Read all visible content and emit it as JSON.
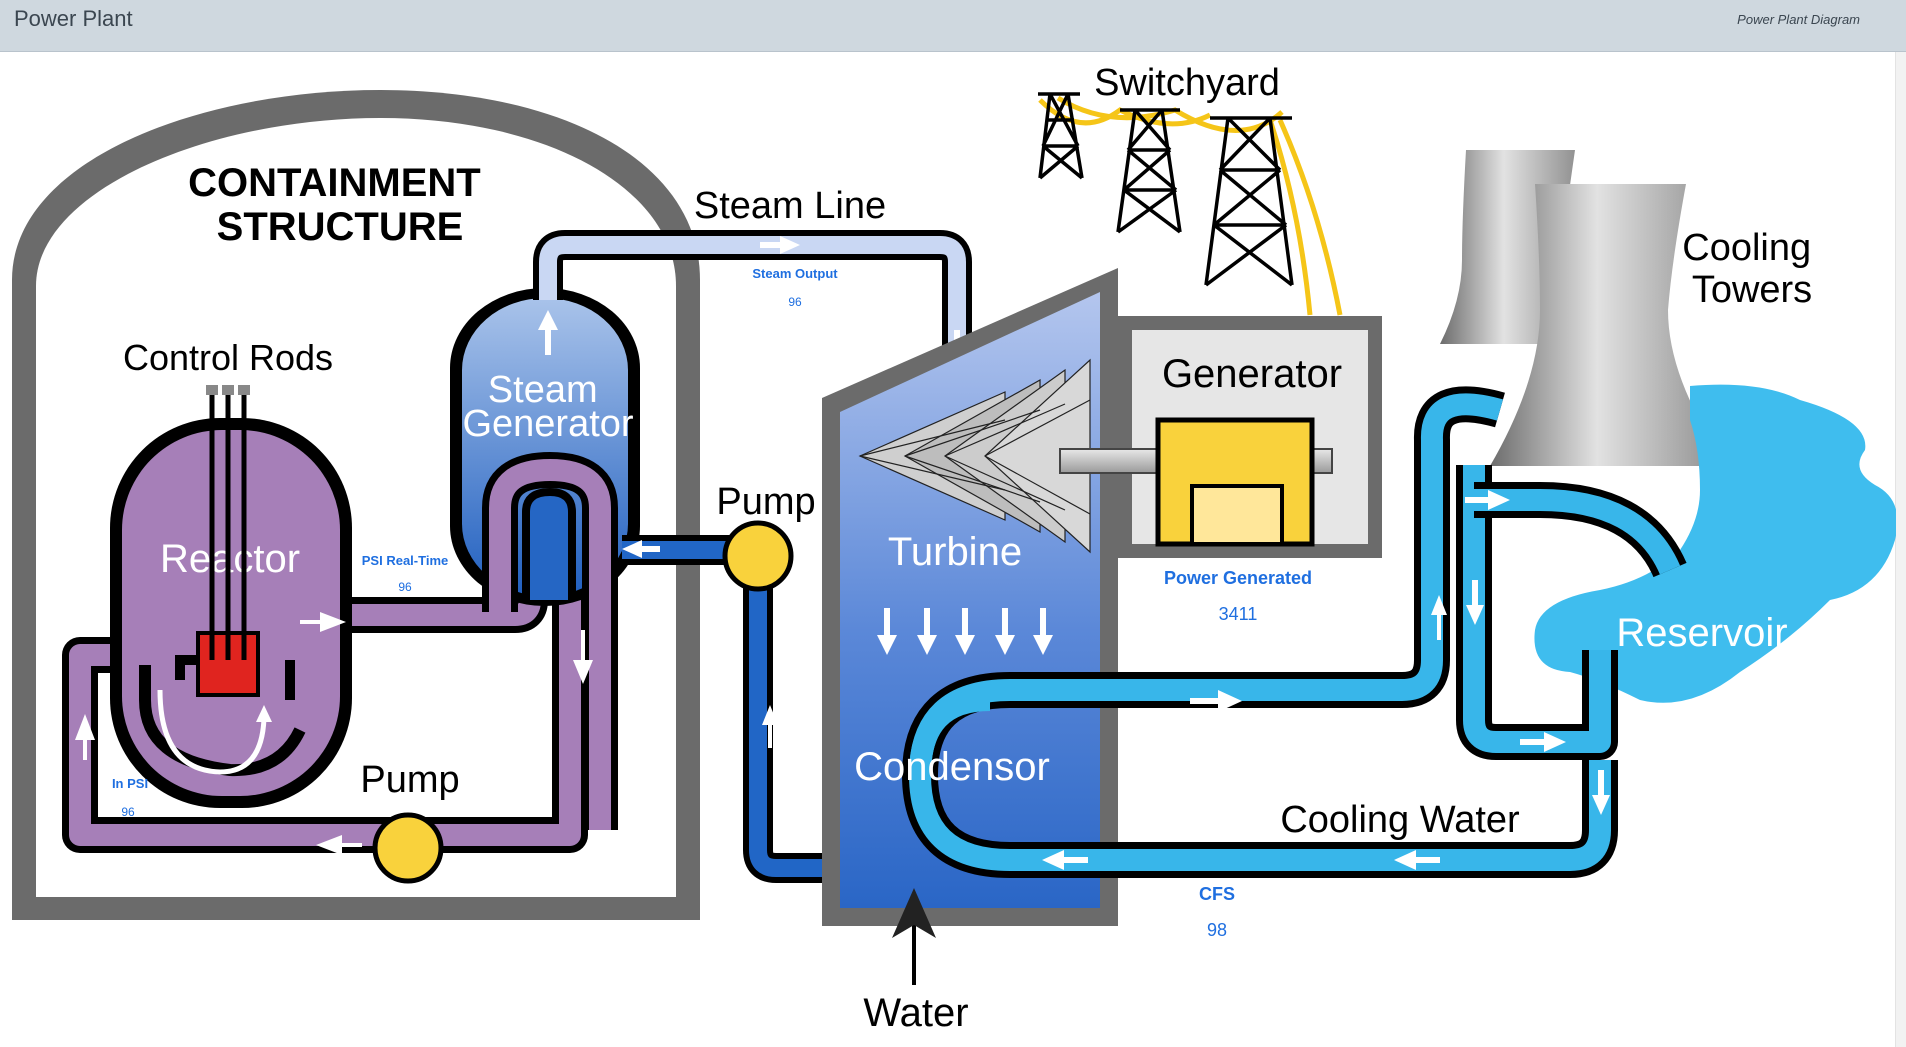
{
  "app": {
    "title": "Power Plant",
    "subtitle": "Power Plant Diagram"
  },
  "labels": {
    "containment_line1": "CONTAINMENT",
    "containment_line2": "STRUCTURE",
    "control_rods": "Control Rods",
    "reactor": "Reactor",
    "steam_generator_line1": "Steam",
    "steam_generator_line2": "Generator",
    "steam_line": "Steam Line",
    "pump_primary": "Pump",
    "pump_secondary": "Pump",
    "turbine": "Turbine",
    "condensor": "Condensor",
    "generator": "Generator",
    "switchyard": "Switchyard",
    "cooling_towers_line1": "Cooling",
    "cooling_towers_line2": "Towers",
    "reservoir": "Reservoir",
    "cooling_water": "Cooling Water",
    "water": "Water"
  },
  "readouts": {
    "steam_output": {
      "label": "Steam Output",
      "value": "96"
    },
    "psi_real_time": {
      "label": "PSI Real-Time",
      "value": "96"
    },
    "in_psi": {
      "label": "In PSI",
      "value": "96"
    },
    "power_generated": {
      "label": "Power Generated",
      "value": "3411"
    },
    "cfs": {
      "label": "CFS",
      "value": "98"
    }
  },
  "colors": {
    "header_bg": "#cfd8df",
    "reactor_purple": "#a67fb8",
    "steam_blue": "#2e6fc7",
    "cooling_cyan": "#38b6ea",
    "pump_yellow": "#f9d23c",
    "readout_blue": "#1f6fe0",
    "containment_gray": "#6b6b6b"
  }
}
